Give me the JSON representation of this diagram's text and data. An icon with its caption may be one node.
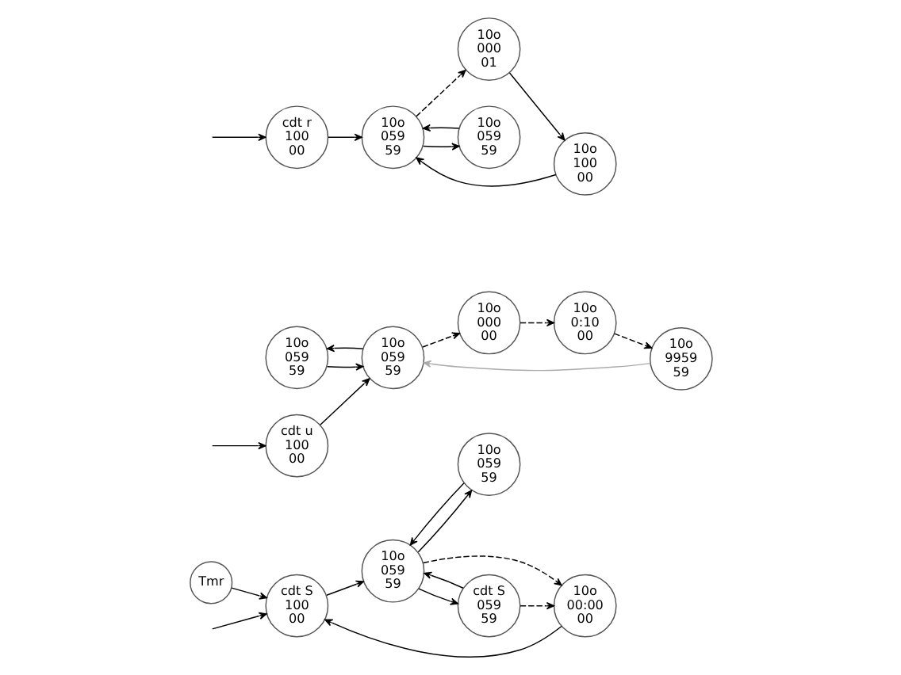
{
  "diagram": {
    "nodes": [
      {
        "text": [
          "Tmr"
        ]
      },
      {
        "text": [
          "cdt S",
          "100",
          "00"
        ]
      },
      {
        "text": [
          "10o",
          "059",
          "59"
        ]
      },
      {
        "text": [
          "10o",
          "059",
          "59"
        ]
      },
      {
        "text": [
          "10o",
          "00:00",
          "00"
        ]
      },
      {
        "text": [
          "cdt S",
          "059",
          "59"
        ]
      },
      {
        "text": [
          "10o",
          "059",
          "59"
        ]
      },
      {
        "text": [
          "cdt u",
          "100",
          "00"
        ]
      },
      {
        "text": [
          "10o",
          "059",
          "59"
        ]
      },
      {
        "text": [
          "10o",
          "000",
          "00"
        ]
      },
      {
        "text": [
          "10o",
          "0:10",
          "00"
        ]
      },
      {
        "text": [
          "10o",
          "9959",
          "59"
        ]
      },
      {
        "text": [
          "cdt r",
          "100",
          "00"
        ]
      },
      {
        "text": [
          "10o",
          "059",
          "59"
        ]
      },
      {
        "text": [
          "10o",
          "000",
          "01"
        ]
      },
      {
        "text": [
          "10o",
          "100",
          "00"
        ]
      },
      {
        "text": [
          "10o",
          "059",
          "59"
        ]
      }
    ],
    "edges": [
      {
        "from": 0,
        "to": 1,
        "arrow": "to"
      },
      {
        "from": null,
        "to": 1,
        "arrow": "to"
      },
      {
        "from": 1,
        "to": 3,
        "arrow": "to"
      },
      {
        "from": 3,
        "to": 2,
        "arrow": "to"
      },
      {
        "from": 2,
        "to": 3,
        "arrow": "to"
      },
      {
        "from": 3,
        "to": 5,
        "arrow": "to"
      },
      {
        "from": 5,
        "to": 3,
        "arrow": "to"
      },
      {
        "from": 3,
        "to": 4,
        "arrow": "to",
        "style": "dashed"
      },
      {
        "from": 5,
        "to": 4,
        "arrow": "to",
        "style": "dashed"
      },
      {
        "from": 4,
        "to": 1,
        "arrow": "to"
      },
      {
        "from": null,
        "to": 7,
        "arrow": "to"
      },
      {
        "from": 7,
        "to": 8,
        "arrow": "to"
      },
      {
        "from": 6,
        "to": 8,
        "arrow": "to"
      },
      {
        "from": 8,
        "to": 6,
        "arrow": "to"
      },
      {
        "from": 8,
        "to": 9,
        "arrow": "to",
        "style": "dashed"
      },
      {
        "from": 9,
        "to": 10,
        "arrow": "to",
        "style": "dashed"
      },
      {
        "from": 10,
        "to": 11,
        "arrow": "to",
        "style": "dashed"
      },
      {
        "from": 11,
        "to": 8,
        "arrow": "to",
        "color": "#aaaaaa"
      },
      {
        "from": null,
        "to": 12,
        "arrow": "to"
      },
      {
        "from": 12,
        "to": 13,
        "arrow": "to"
      },
      {
        "from": 13,
        "to": 14,
        "arrow": "to",
        "style": "dashed"
      },
      {
        "from": 14,
        "to": 15,
        "arrow": "to"
      },
      {
        "from": 15,
        "to": 13,
        "arrow": "to"
      },
      {
        "from": 13,
        "to": 16,
        "arrow": "to"
      },
      {
        "from": 16,
        "to": 13,
        "arrow": "to"
      }
    ]
  }
}
